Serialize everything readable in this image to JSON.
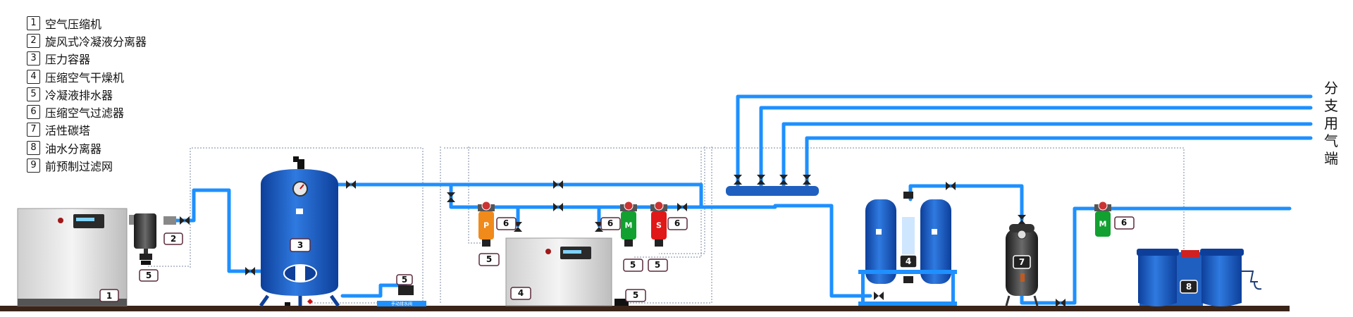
{
  "legend": [
    {
      "num": "1",
      "label": "空气压缩机"
    },
    {
      "num": "2",
      "label": "旋风式冷凝液分离器"
    },
    {
      "num": "3",
      "label": "压力容器"
    },
    {
      "num": "4",
      "label": "压缩空气干燥机"
    },
    {
      "num": "5",
      "label": "冷凝液排水器"
    },
    {
      "num": "6",
      "label": "压缩空气过滤器"
    },
    {
      "num": "7",
      "label": "活性碳塔"
    },
    {
      "num": "8",
      "label": "油水分离器"
    },
    {
      "num": "9",
      "label": "前预制过滤网"
    }
  ],
  "branch_label": [
    "分",
    "支",
    "用",
    "气",
    "端"
  ],
  "tags": {
    "compressor": "1",
    "separator": "2",
    "tank": "3",
    "dryer_refrig": "4",
    "dryer_ads": "4",
    "drain": "5",
    "filter": "6",
    "carbon": "7",
    "oilwater": "8",
    "filter_letter_p": "P",
    "filter_letter_m": "M",
    "filter_letter_s": "S"
  },
  "manual_drain_label": "手动排水阀",
  "colors": {
    "pipe": "#1e90ff",
    "equipment_blue": "#1f5fbf",
    "floor": "#3a2418"
  }
}
